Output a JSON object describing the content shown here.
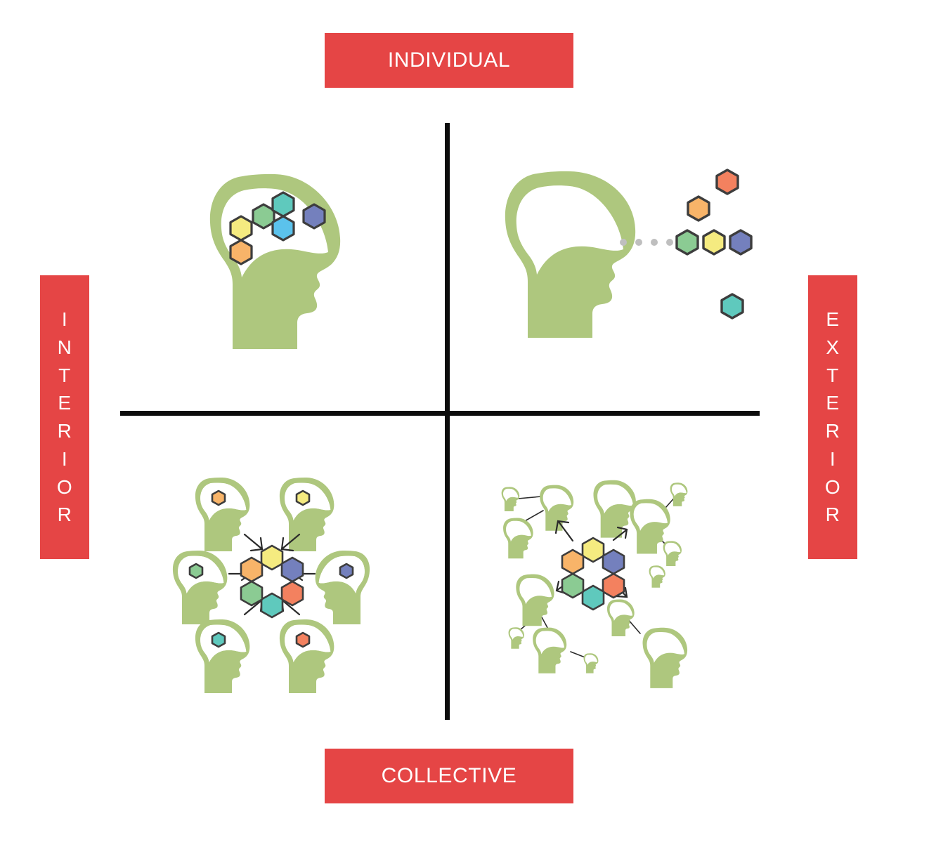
{
  "diagram": {
    "title": "Integral Quadrants Model",
    "background_color": "#ffffff",
    "axis_color": "#0d0d0d",
    "band_color": "#e54545",
    "band_text_color": "#ffffff",
    "head_color": "#aec77e",
    "hex_stroke": "#3d3d3d"
  },
  "labels": {
    "top": "INDIVIDUAL",
    "bottom": "COLLECTIVE",
    "left": "INTERIOR",
    "left_letters": [
      "I",
      "N",
      "T",
      "E",
      "R",
      "I",
      "O",
      "R"
    ],
    "right": "EXTERIOR",
    "right_letters": [
      "E",
      "X",
      "T",
      "E",
      "R",
      "I",
      "O",
      "R"
    ]
  },
  "palette": {
    "yellow": "#f5eb80",
    "orange": "#f8b469",
    "green": "#8bcb93",
    "teal": "#5fc9bd",
    "lightblue": "#5bc2ec",
    "blue": "#7480bd",
    "salmon": "#f3815f",
    "head_green": "#aec77e",
    "dot_gray": "#bfbfbf",
    "arrow_dark": "#2b2b2b"
  },
  "quadrants": [
    {
      "id": "upper-left",
      "position": "upper-left",
      "name": "interior-individual",
      "description": "Green head silhouette facing right with a white brain cavity containing six colored hexagons clustered inside the mind.",
      "head_count": 1,
      "hexagons_inside": 6,
      "hexagons_outside": 0,
      "hex_colors": [
        "#f5eb80",
        "#f8b469",
        "#8bcb93",
        "#5fc9bd",
        "#5bc2ec",
        "#7480bd"
      ],
      "has_arrows": false,
      "has_dotted_line": false,
      "has_network_links": false
    },
    {
      "id": "upper-right",
      "position": "upper-right",
      "name": "exterior-individual",
      "description": "Green head silhouette facing right with an outlined empty brain; a gray dotted line leads from the face out to six colored hexagons floating outside the head.",
      "head_count": 1,
      "hexagons_inside": 0,
      "hexagons_outside": 6,
      "hex_colors": [
        "#f3815f",
        "#f8b469",
        "#8bcb93",
        "#f5eb80",
        "#7480bd",
        "#5fc9bd"
      ],
      "dotted_line_dots": 4,
      "has_arrows": false,
      "has_dotted_line": true,
      "has_network_links": false
    },
    {
      "id": "lower-left",
      "position": "lower-left",
      "name": "interior-collective",
      "description": "Six green heads arranged in a ring, each holding one colored hexagon in its brain, with six arrows pointing inward toward a shared hexagon flower at the centre.",
      "head_count": 6,
      "heads_hex_colors": [
        "#f8b469",
        "#f5eb80",
        "#8bcb93",
        "#7480bd",
        "#5fc9bd",
        "#f3815f"
      ],
      "center_cluster_colors": [
        "#f5eb80",
        "#7480bd",
        "#f3815f",
        "#5fc9bd",
        "#8bcb93",
        "#f8b469"
      ],
      "arrow_count": 6,
      "arrow_direction": "inward",
      "has_arrows": true,
      "has_dotted_line": false,
      "has_network_links": false
    },
    {
      "id": "lower-right",
      "position": "lower-right",
      "name": "exterior-collective",
      "description": "A scattered network of green heads of varying sizes joined by thin connecting lines, with four arrows radiating outward from a central hexagon flower.",
      "head_count": 14,
      "center_cluster_colors": [
        "#f5eb80",
        "#7480bd",
        "#f3815f",
        "#5fc9bd",
        "#8bcb93",
        "#f8b469"
      ],
      "arrow_count": 4,
      "arrow_direction": "outward",
      "link_count": 10,
      "has_arrows": true,
      "has_dotted_line": false,
      "has_network_links": true
    }
  ]
}
